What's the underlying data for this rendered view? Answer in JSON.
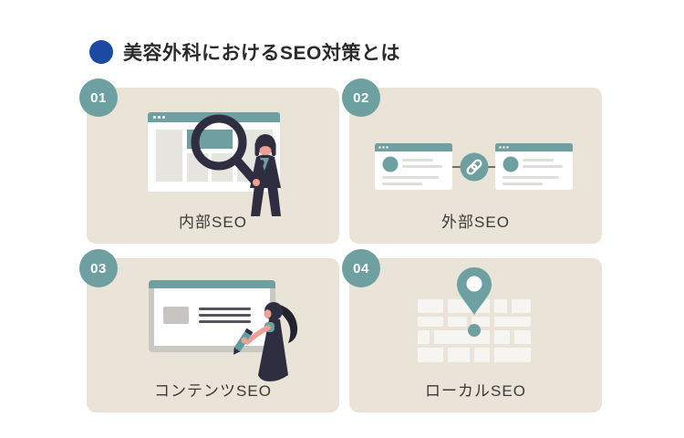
{
  "header": {
    "title": "美容外科におけるSEO対策とは",
    "bullet_icon": "blue-circle",
    "bullet_color": "#1b4aa2"
  },
  "theme": {
    "page_bg": "#ffffff",
    "card_bg": "#e9e4d7",
    "accent_teal": "#6e9fa1",
    "illustration_dark": "#2f2e41",
    "skin_tone": "#efa095",
    "title_color": "#2b2b2b",
    "label_color": "#3a3a3a",
    "badge_text_color": "#ffffff"
  },
  "cards": [
    {
      "number": "01",
      "label": "内部SEO",
      "illustration": "person-with-magnifying-glass-over-webpage"
    },
    {
      "number": "02",
      "label": "外部SEO",
      "illustration": "two-webpages-connected-by-link"
    },
    {
      "number": "03",
      "label": "コンテンツSEO",
      "illustration": "person-writing-on-webpage"
    },
    {
      "number": "04",
      "label": "ローカルSEO",
      "illustration": "map-with-location-pin"
    }
  ]
}
